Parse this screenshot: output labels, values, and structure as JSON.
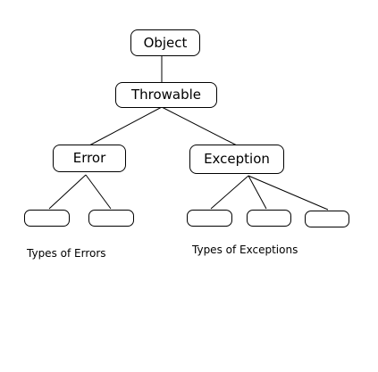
{
  "nodes": {
    "object": "Object",
    "throwable": "Throwable",
    "error": "Error",
    "exception": "Exception"
  },
  "captions": {
    "errors": "Types of Errors",
    "exceptions": "Types of Exceptions"
  }
}
